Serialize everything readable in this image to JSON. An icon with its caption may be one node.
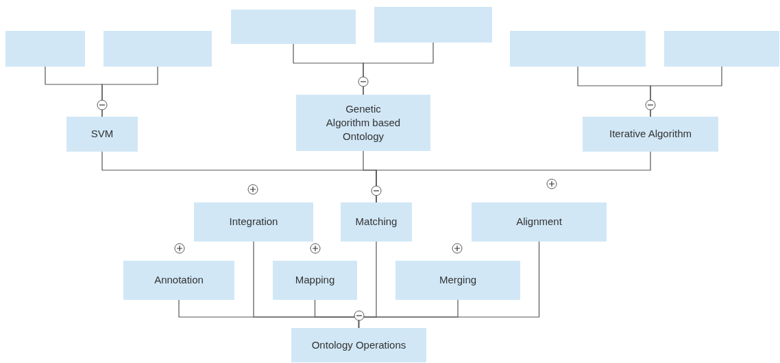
{
  "diagram": {
    "nodes": [
      {
        "text": [],
        "shape": "box"
      },
      {
        "text": [],
        "shape": "box"
      },
      {
        "text": [],
        "shape": "box"
      },
      {
        "text": [],
        "shape": "box"
      },
      {
        "text": [],
        "shape": "box"
      },
      {
        "text": [],
        "shape": "box"
      },
      {
        "text": [
          "SVM"
        ]
      },
      {
        "text": [
          "Genetic Algorithm based Ontology"
        ]
      },
      {
        "text": [
          "Iterative Algorithm"
        ]
      },
      {
        "text": [
          "Integration"
        ]
      },
      {
        "text": [
          "Matching"
        ]
      },
      {
        "text": [
          "Alignment"
        ]
      },
      {
        "text": [
          "Annotation"
        ]
      },
      {
        "text": [
          "Mapping"
        ]
      },
      {
        "text": [
          "Merging"
        ]
      },
      {
        "text": [
          "Ontology Operations"
        ]
      }
    ],
    "edges": [
      {
        "from": 0,
        "to": 6,
        "arrow": "none"
      },
      {
        "from": 1,
        "to": 6,
        "arrow": "none"
      },
      {
        "from": 2,
        "to": 7,
        "arrow": "none"
      },
      {
        "from": 3,
        "to": 7,
        "arrow": "none"
      },
      {
        "from": 4,
        "to": 8,
        "arrow": "none"
      },
      {
        "from": 5,
        "to": 8,
        "arrow": "none"
      },
      {
        "from": 6,
        "to": 10,
        "arrow": "none"
      },
      {
        "from": 7,
        "to": 10,
        "arrow": "none"
      },
      {
        "from": 8,
        "to": 10,
        "arrow": "none"
      },
      {
        "from": 12,
        "to": 15,
        "arrow": "none"
      },
      {
        "from": 9,
        "to": 15,
        "arrow": "none"
      },
      {
        "from": 13,
        "to": 15,
        "arrow": "none"
      },
      {
        "from": 10,
        "to": 15,
        "arrow": "none"
      },
      {
        "from": 14,
        "to": 15,
        "arrow": "none"
      },
      {
        "from": 11,
        "to": 15,
        "arrow": "none"
      }
    ]
  }
}
